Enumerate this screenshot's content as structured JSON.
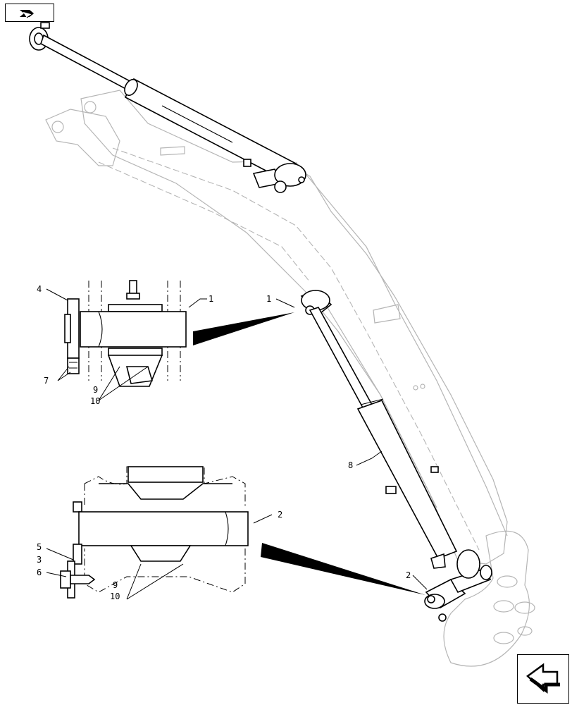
{
  "nav": {
    "prev_icon": "arrow-back-icon",
    "next_icon": "arrow-forward-icon"
  },
  "callouts": {
    "detail_a": {
      "pin": "1",
      "bolt": "4",
      "nuts": "7",
      "bush_a": "9",
      "bush_b": "10"
    },
    "detail_b": {
      "pin": "2",
      "plate": "5",
      "washer": "3",
      "bolt": "6",
      "bush_a": "9",
      "bush_b": "10"
    },
    "main": {
      "pin_upper": "1",
      "cylinder": "8",
      "pin_lower": "2"
    }
  }
}
